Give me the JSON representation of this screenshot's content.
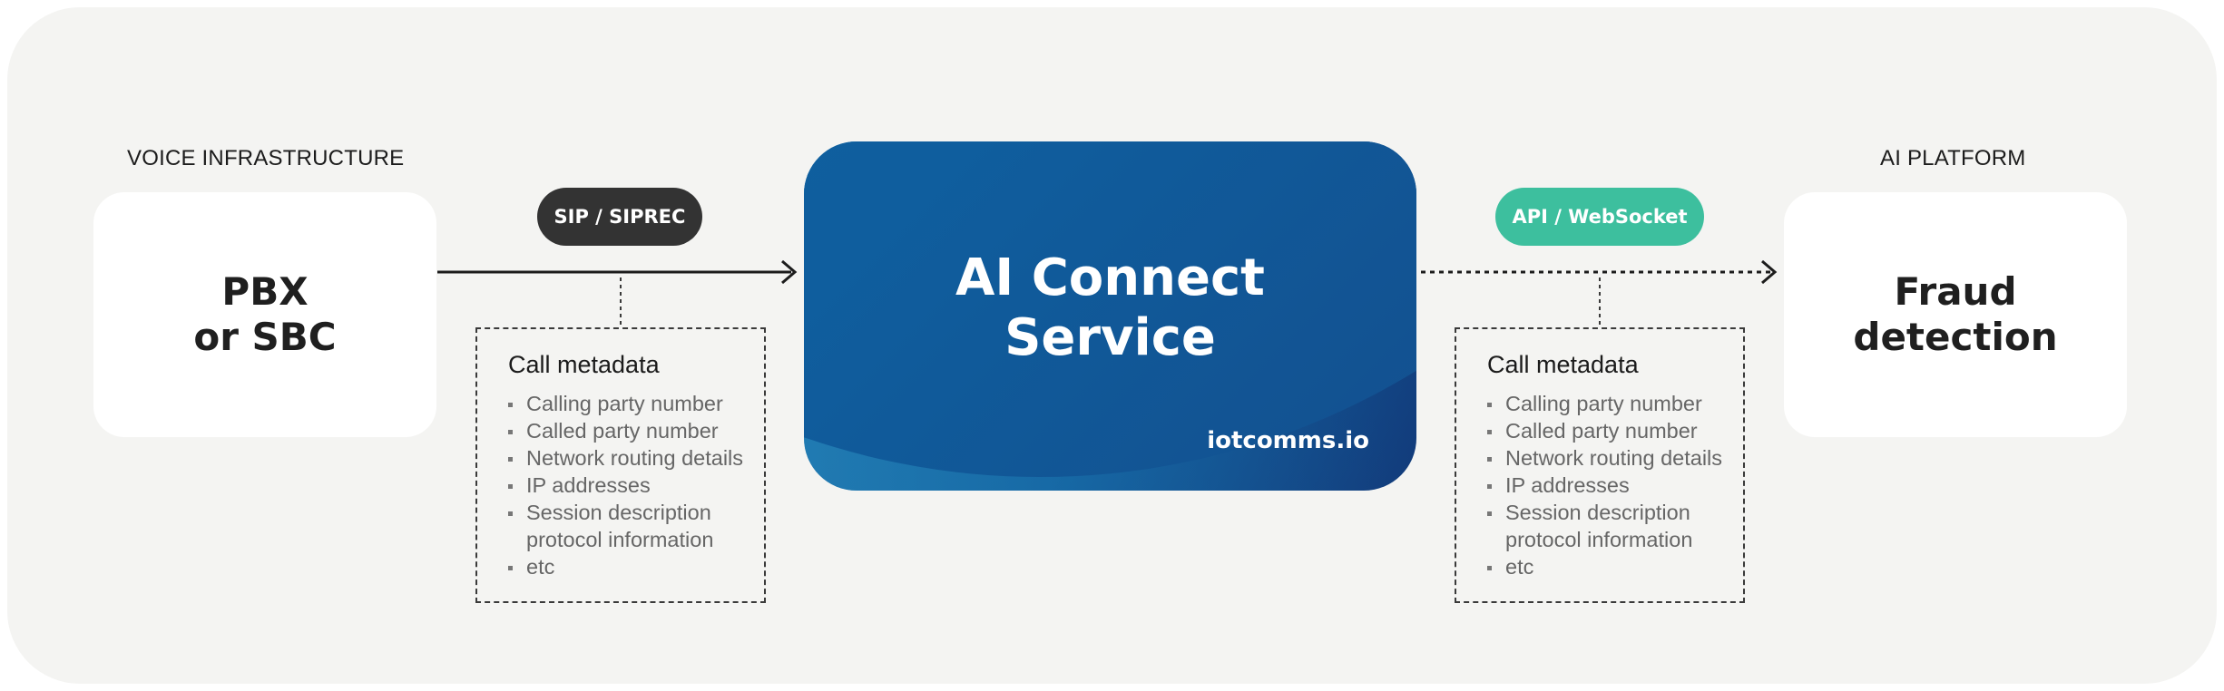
{
  "left": {
    "section_label": "VOICE INFRASTRUCTURE",
    "box_title_line1": "PBX",
    "box_title_line2": "or SBC"
  },
  "right": {
    "section_label": "AI PLATFORM",
    "box_title_line1": "Fraud",
    "box_title_line2": "detection"
  },
  "core": {
    "title_line1": "AI Connect",
    "title_line2": "Service",
    "brand": "iotcomms.io"
  },
  "protocols": {
    "left_label": "SIP / SIPREC",
    "right_label": "API / WebSocket"
  },
  "metadata_left": {
    "title": "Call metadata",
    "items": [
      "Calling party number",
      "Called party number",
      "Network routing details",
      "IP addresses",
      "Session description",
      "protocol information",
      "etc"
    ]
  },
  "metadata_right": {
    "title": "Call metadata",
    "items": [
      "Calling party number",
      "Called party number",
      "Network routing details",
      "IP addresses",
      "Session description",
      "protocol information",
      "etc"
    ]
  },
  "colors": {
    "panel_bg": "#f4f4f2",
    "left_pill": "#333333",
    "right_pill": "#3dbf9e",
    "core_blue": "#0c5f9c"
  }
}
